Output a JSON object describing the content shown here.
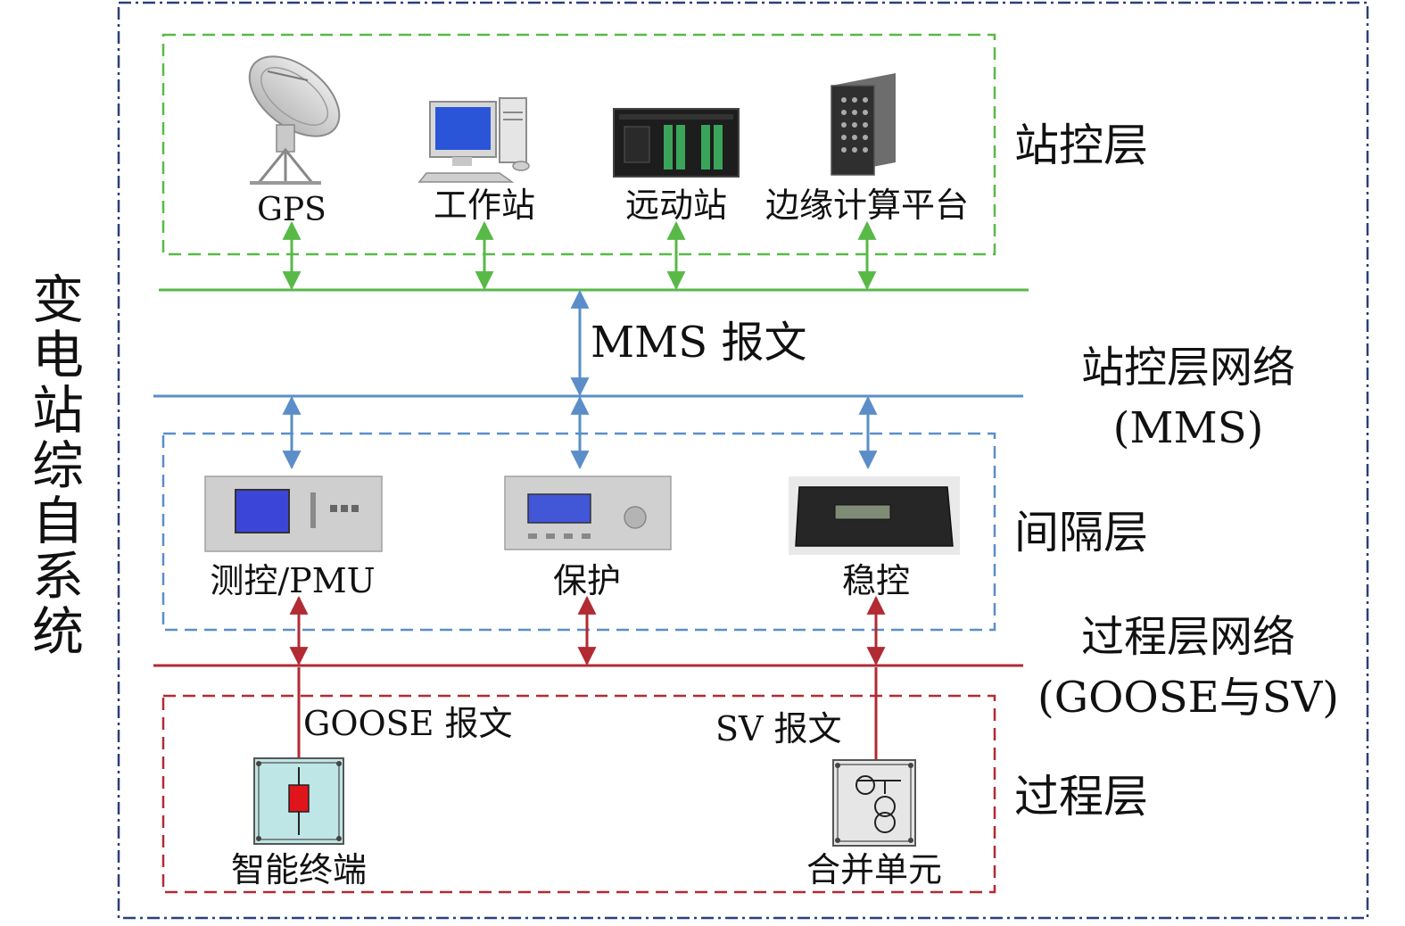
{
  "system_title": "变电站综自系统",
  "colors": {
    "outer_border": "#2c3f7a",
    "station_green": "#58b947",
    "mms_blue": "#5b8ec8",
    "process_red": "#b22a33",
    "text": "#111111"
  },
  "station_layer": {
    "label": "站控层",
    "devices": [
      {
        "label": "GPS",
        "icon": "satellite-dish-icon"
      },
      {
        "label": "工作站",
        "icon": "workstation-computer-icon"
      },
      {
        "label": "远动站",
        "icon": "rtu-rack-device-icon"
      },
      {
        "label": "边缘计算平台",
        "icon": "edge-computing-cabinet-icon"
      }
    ]
  },
  "station_network": {
    "label_line1": "站控层网络",
    "label_line2": "(MMS)",
    "message_label": "MMS 报文"
  },
  "bay_layer": {
    "label": "间隔层",
    "devices": [
      {
        "label": "测控/PMU",
        "icon": "measurement-control-panel-icon"
      },
      {
        "label": "保护",
        "icon": "protection-relay-icon"
      },
      {
        "label": "稳控",
        "icon": "stability-control-device-icon"
      }
    ]
  },
  "process_network": {
    "label_line1": "过程层网络",
    "label_line2": "(GOOSE与SV)"
  },
  "process_layer": {
    "label": "过程层",
    "goose_label": "GOOSE 报文",
    "sv_label": "SV 报文",
    "devices": [
      {
        "label": "智能终端",
        "icon": "intelligent-terminal-icon"
      },
      {
        "label": "合并单元",
        "icon": "merging-unit-icon"
      }
    ]
  }
}
